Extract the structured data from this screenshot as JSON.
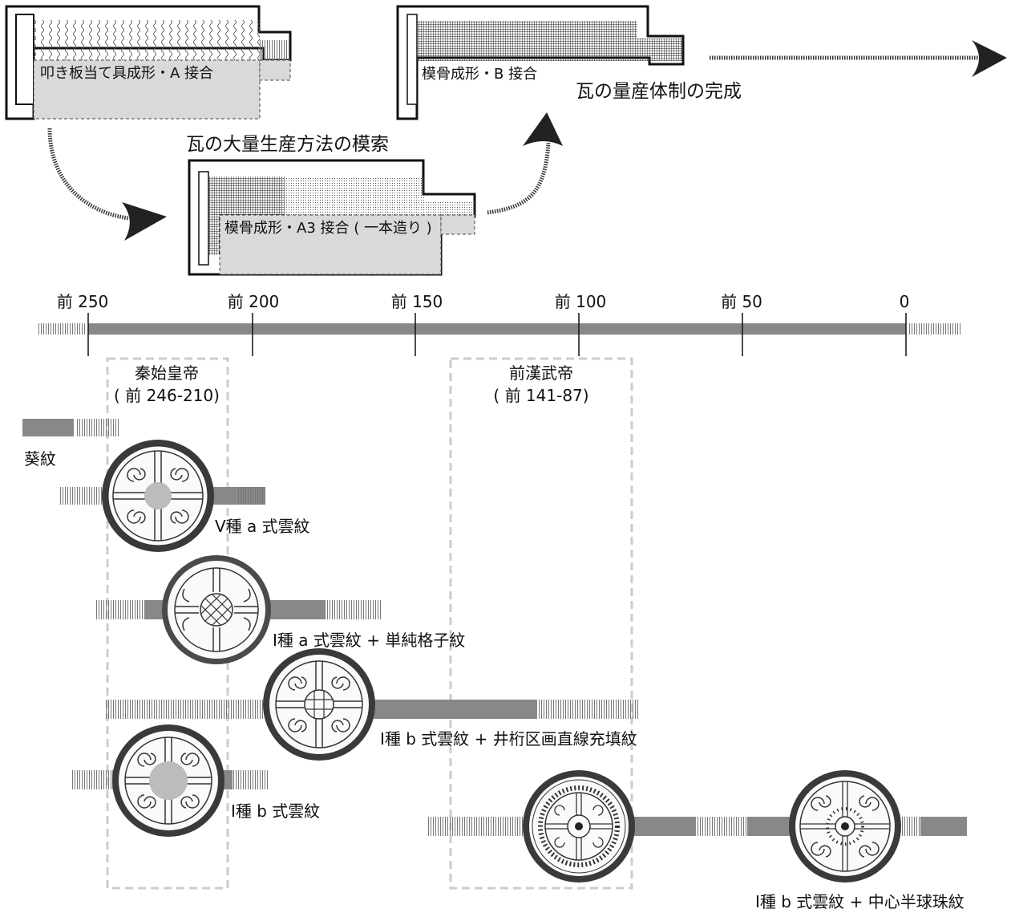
{
  "process": {
    "a_label": "叩き板当て具成形・A 接合",
    "search_label": "瓦の大量生産方法の模索",
    "a3_label": "模骨成形・A3 接合 ( 一本造り )",
    "b_label": "模骨成形・B 接合",
    "mass_label": "瓦の量産体制の完成"
  },
  "timeline": {
    "ticks": [
      "前 250",
      "前 200",
      "前 150",
      "前 100",
      "前 50",
      "0"
    ]
  },
  "eras": [
    {
      "name": "秦始皇帝",
      "dates": "( 前 246-210)"
    },
    {
      "name": "前漢武帝",
      "dates": "( 前 141-87)"
    }
  ],
  "motifs": [
    {
      "label": "葵紋"
    },
    {
      "label": "Ⅴ種 a 式雲紋"
    },
    {
      "label": "Ⅰ種 a 式雲紋 + 単純格子紋"
    },
    {
      "label": "Ⅰ種 b 式雲紋 + 井桁区画直線充填紋"
    },
    {
      "label": "Ⅰ種 b 式雲紋"
    },
    {
      "label": "Ⅰ種 b 式雲紋 + 中心半球珠紋"
    }
  ],
  "colors": {
    "bar": "#888888",
    "fill": "#d9d9d9",
    "stroke": "#111111",
    "era_box": "#cccccc",
    "disc_rim": "#3a3a3a"
  }
}
